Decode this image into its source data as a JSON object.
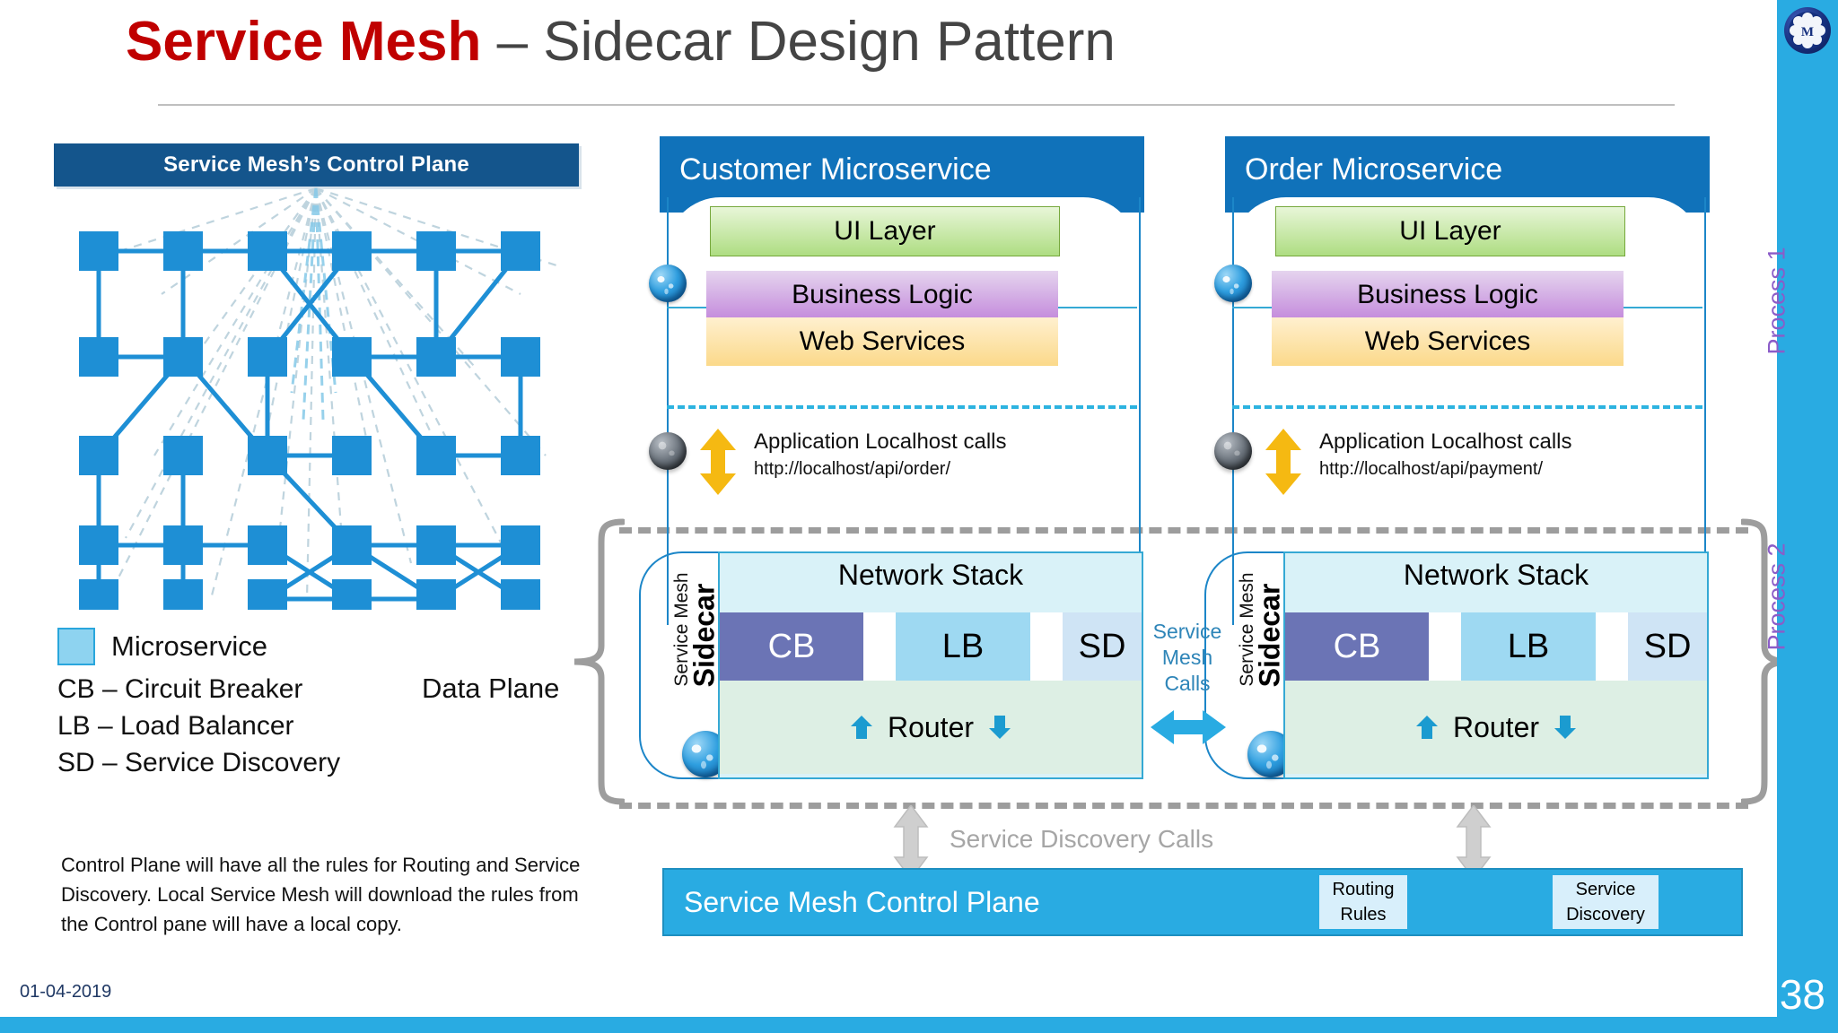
{
  "title": {
    "highlight": "Service Mesh",
    "rest": " – Sidecar Design Pattern"
  },
  "control_plane_panel": {
    "header": "Service Mesh’s Control Plane"
  },
  "legend": {
    "swatch_label": "Microservice",
    "abbreviations": [
      "CB – Circuit Breaker",
      "LB – Load Balancer",
      "SD – Service Discovery"
    ]
  },
  "data_plane_label": "Data Plane",
  "note": "Control Plane will have all the rules for Routing and Service Discovery. Local Service Mesh will download the rules from the Control pane will have a local copy.",
  "date": "01-04-2019",
  "page_number": "38",
  "microservices": [
    {
      "title": "Customer Microservice",
      "layers": {
        "ui": "UI Layer",
        "business": "Business Logic",
        "web": "Web Services"
      },
      "callout": {
        "text": "Application Localhost calls",
        "url": "http://localhost/api/order/"
      },
      "sidecar": {
        "small_label": "Service Mesh",
        "large_label": "Sidecar",
        "network_stack": "Network Stack",
        "cells": [
          "CB",
          "LB",
          "SD"
        ],
        "router": "Router"
      }
    },
    {
      "title": "Order Microservice",
      "layers": {
        "ui": "UI Layer",
        "business": "Business Logic",
        "web": "Web Services"
      },
      "callout": {
        "text": "Application Localhost calls",
        "url": "http://localhost/api/payment/"
      },
      "sidecar": {
        "small_label": "Service Mesh",
        "large_label": "Sidecar",
        "network_stack": "Network Stack",
        "cells": [
          "CB",
          "LB",
          "SD"
        ],
        "router": "Router"
      }
    }
  ],
  "service_mesh_calls": {
    "line1": "Service",
    "line2": "Mesh",
    "line3": "Calls"
  },
  "service_discovery_calls_label": "Service Discovery Calls",
  "control_plane_bar": {
    "title": "Service Mesh Control Plane",
    "chips": [
      {
        "line1": "Routing",
        "line2": "Rules"
      },
      {
        "line1": "Service",
        "line2": "Discovery"
      }
    ]
  },
  "rail": {
    "logo_letter": "M",
    "process_1": "Process 1",
    "process_2": "Process 2"
  },
  "colors": {
    "title_red": "#C00000",
    "title_gray": "#444444",
    "control_plane_header": "#14558C",
    "microservice_header": "#1072BA",
    "accent_cyan": "#29ABE2",
    "cb": "#6B74B5",
    "lb": "#9ED9F2",
    "sd": "#CFE4F5",
    "router_band": "#DDEFE4",
    "network_stack": "#D9F2F8",
    "arrow_yellow": "#F5B912",
    "gray_arrow": "#C9C9C9",
    "process_label": "#8B5CC8"
  }
}
